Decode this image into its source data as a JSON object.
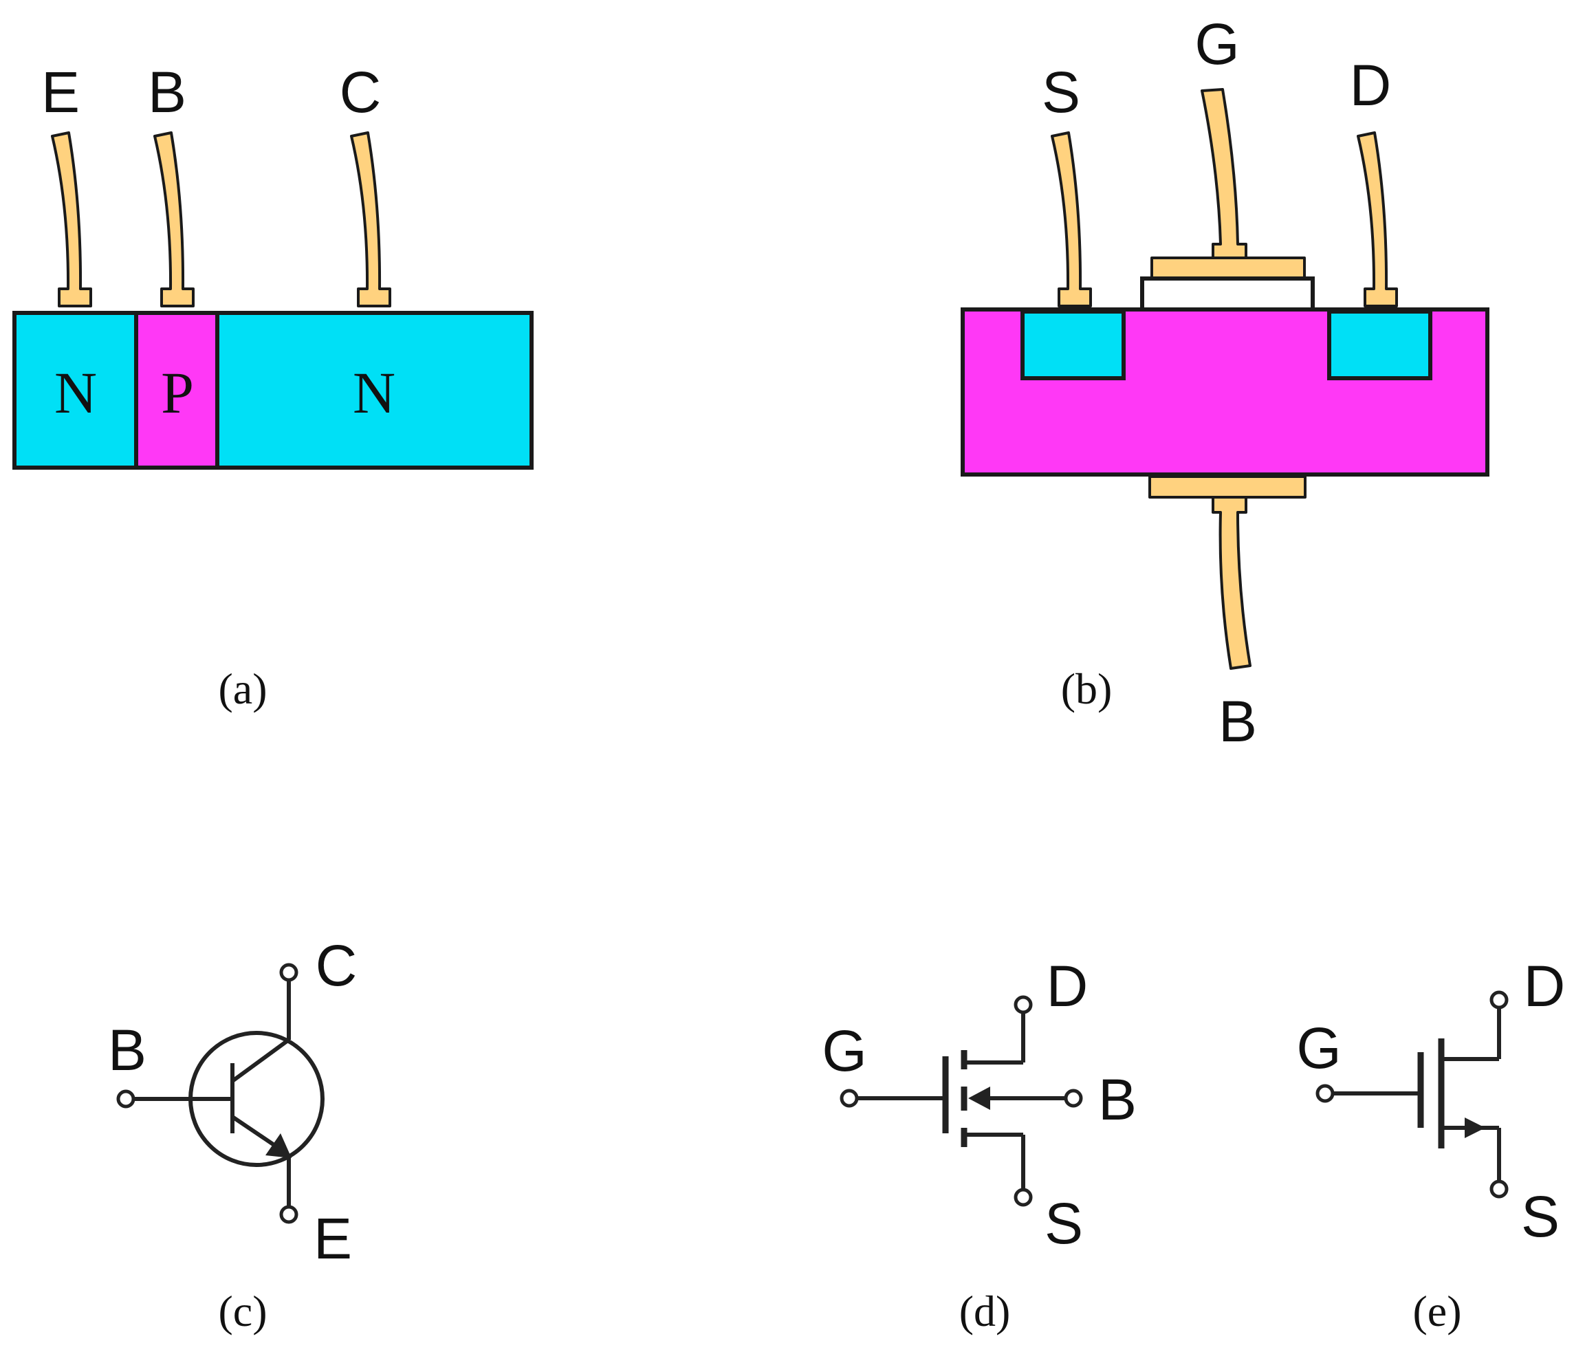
{
  "colors": {
    "n_region": "#00e0f6",
    "p_region": "#ff38f6",
    "lead": "#ffd27f",
    "outline": "#1a1a1a"
  },
  "panel_a": {
    "terminals": {
      "emitter": "E",
      "base": "B",
      "collector": "C"
    },
    "regions": [
      "N",
      "P",
      "N"
    ],
    "caption": "(a)"
  },
  "panel_b": {
    "terminals": {
      "source": "S",
      "gate": "G",
      "drain": "D",
      "body": "B"
    },
    "caption": "(b)"
  },
  "panel_c": {
    "terminals": {
      "collector": "C",
      "base": "B",
      "emitter": "E"
    },
    "caption": "(c)"
  },
  "panel_d": {
    "terminals": {
      "gate": "G",
      "drain": "D",
      "body": "B",
      "source": "S"
    },
    "caption": "(d)"
  },
  "panel_e": {
    "terminals": {
      "gate": "G",
      "drain": "D",
      "source": "S"
    },
    "caption": "(e)"
  }
}
